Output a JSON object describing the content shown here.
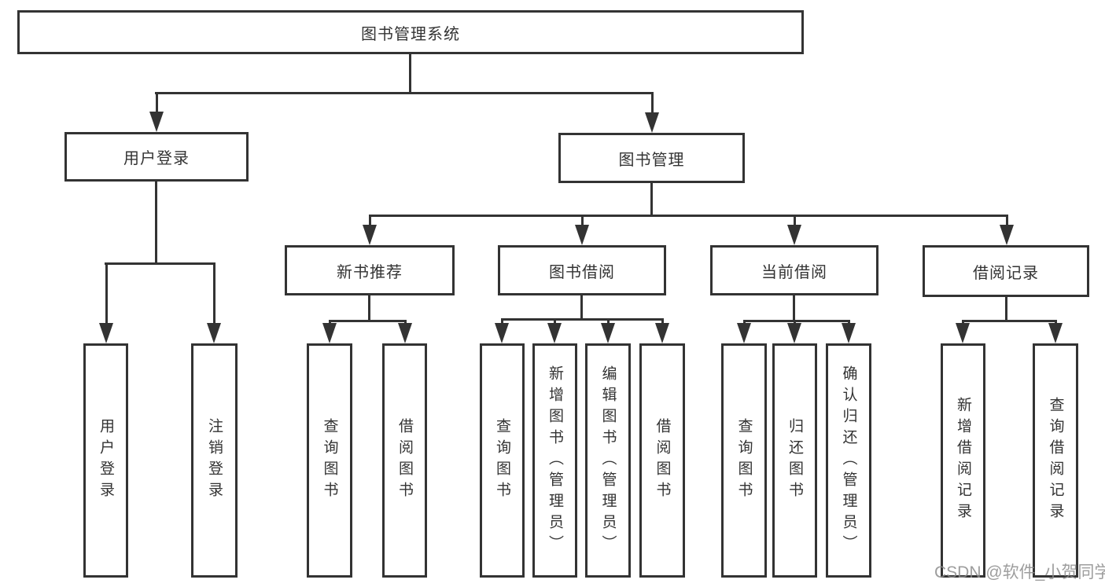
{
  "colors": {
    "line": "#333333",
    "text": "#333333",
    "box_background": "#ffffff",
    "watermark": "#8c8c8c"
  },
  "watermark": "CSDN @软件_小贺同学",
  "tree": {
    "label": "图书管理系统",
    "children": [
      {
        "label": "用户登录",
        "children": [
          {
            "label": "用户登录"
          },
          {
            "label": "注销登录"
          }
        ]
      },
      {
        "label": "图书管理",
        "children": [
          {
            "label": "新书推荐",
            "children": [
              {
                "label": "查询图书"
              },
              {
                "label": "借阅图书"
              }
            ]
          },
          {
            "label": "图书借阅",
            "children": [
              {
                "label": "查询图书"
              },
              {
                "label": "新增图书（管理员）"
              },
              {
                "label": "编辑图书（管理员）"
              },
              {
                "label": "借阅图书"
              }
            ]
          },
          {
            "label": "当前借阅",
            "children": [
              {
                "label": "查询图书"
              },
              {
                "label": "归还图书"
              },
              {
                "label": "确认归还（管理员）"
              }
            ]
          },
          {
            "label": "借阅记录",
            "children": [
              {
                "label": "新增借阅记录"
              },
              {
                "label": "查询借阅记录"
              }
            ]
          }
        ]
      }
    ]
  }
}
